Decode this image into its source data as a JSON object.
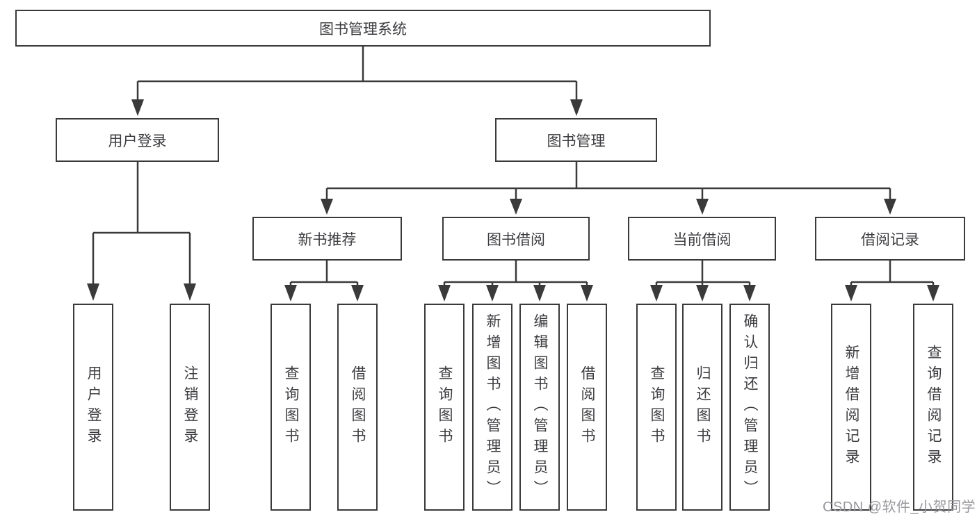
{
  "tree": {
    "root": {
      "label": "图书管理系统"
    },
    "branches": [
      {
        "label": "用户登录",
        "leaves": [
          {
            "label": "用户登录"
          },
          {
            "label": "注销登录"
          }
        ]
      },
      {
        "label": "图书管理",
        "groups": [
          {
            "label": "新书推荐",
            "leaves": [
              {
                "label": "查询图书"
              },
              {
                "label": "借阅图书"
              }
            ]
          },
          {
            "label": "图书借阅",
            "leaves": [
              {
                "label": "查询图书"
              },
              {
                "label": "新增图书（管理员）"
              },
              {
                "label": "编辑图书（管理员）"
              },
              {
                "label": "借阅图书"
              }
            ]
          },
          {
            "label": "当前借阅",
            "leaves": [
              {
                "label": "查询图书"
              },
              {
                "label": "归还图书"
              },
              {
                "label": "确认归还（管理员）"
              }
            ]
          },
          {
            "label": "借阅记录",
            "leaves": [
              {
                "label": "新增借阅记录"
              },
              {
                "label": "查询借阅记录"
              }
            ]
          }
        ]
      }
    ]
  },
  "watermark": {
    "text": "CSDN @软件_小贺同学"
  },
  "colors": {
    "line": "#3a3a3a",
    "text": "#3c3c40",
    "watermark": "#98989d",
    "background": "#ffffff"
  }
}
